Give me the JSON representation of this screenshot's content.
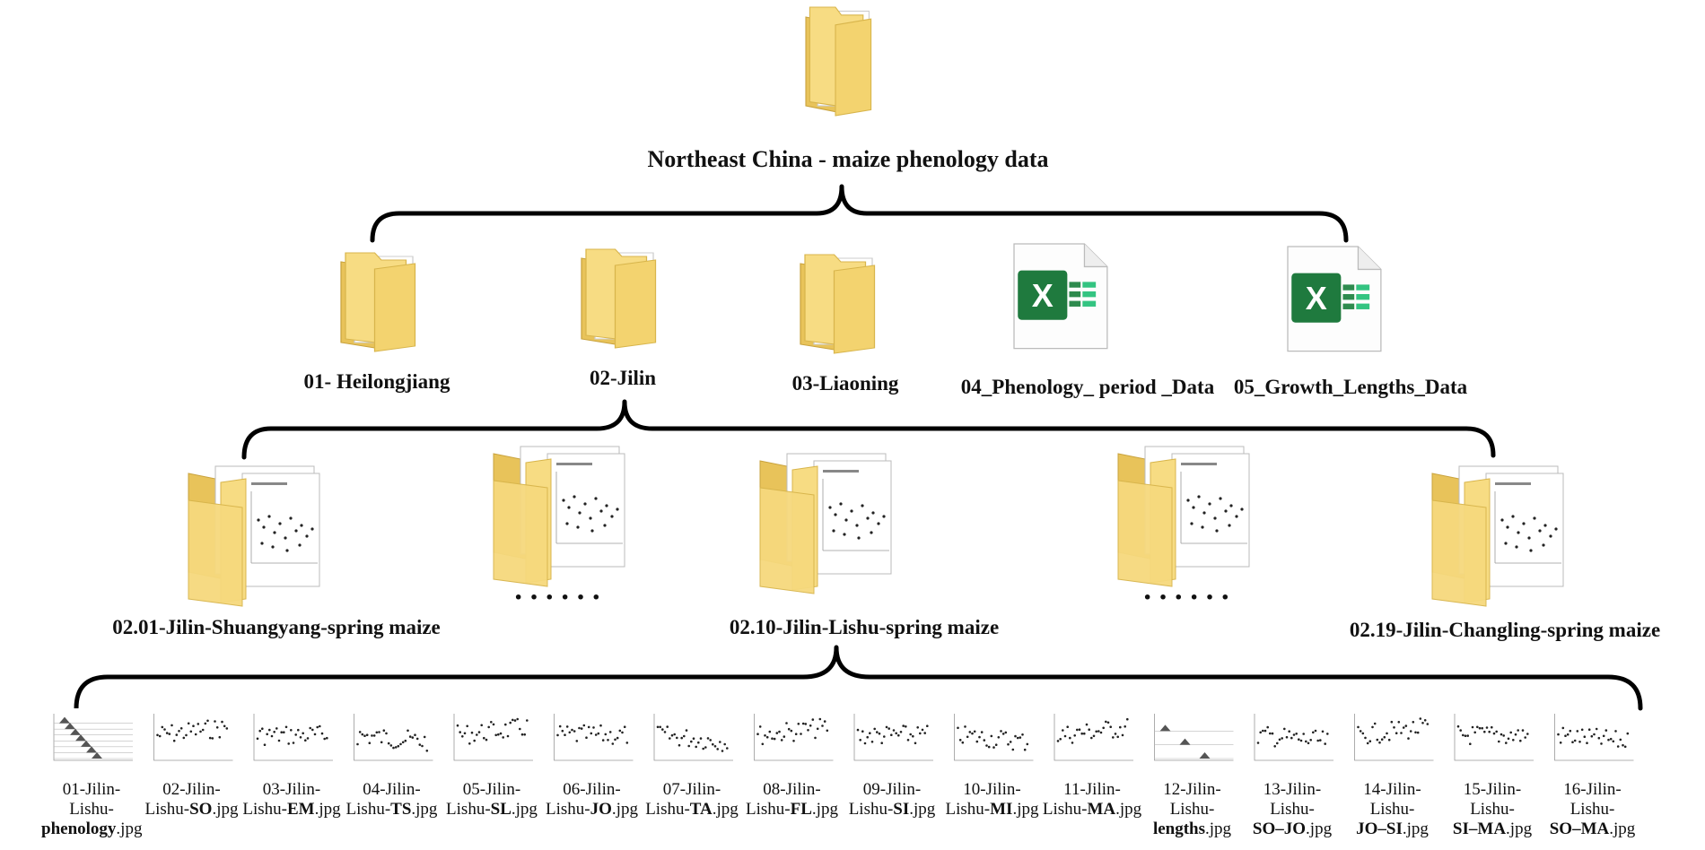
{
  "root": {
    "label": "Northeast China - maize phenology data",
    "icon": "folder-icon"
  },
  "level1": [
    {
      "label": "01- Heilongjiang",
      "icon": "folder-icon"
    },
    {
      "label": "02-Jilin",
      "icon": "folder-icon"
    },
    {
      "label": "03-Liaoning",
      "icon": "folder-icon"
    },
    {
      "label": "04_Phenology_ period _Data",
      "icon": "excel-file-icon"
    },
    {
      "label": "05_Growth_Lengths_Data",
      "icon": "excel-file-icon"
    }
  ],
  "level2": [
    {
      "label": "02.01-Jilin-Shuangyang-spring maize",
      "icon": "folder-icon"
    },
    {
      "label": "······",
      "icon": "folder-icon"
    },
    {
      "label": "02.10-Jilin-Lishu-spring maize",
      "icon": "folder-icon"
    },
    {
      "label": "······",
      "icon": "folder-icon"
    },
    {
      "label": "02.19-Jilin-Changling-spring maize",
      "icon": "folder-icon"
    }
  ],
  "files": [
    {
      "pre": "01-Jilin-",
      "mid": "Lishu-",
      "bold": "phenology",
      "suffix": ".jpg",
      "kind": "ridge"
    },
    {
      "pre": "02-Jilin-",
      "mid": "Lishu-",
      "bold": "SO",
      "suffix": ".jpg",
      "kind": "scatter"
    },
    {
      "pre": "03-Jilin-",
      "mid": "Lishu-",
      "bold": "EM",
      "suffix": ".jpg",
      "kind": "scatter"
    },
    {
      "pre": "04-Jilin-",
      "mid": "Lishu-",
      "bold": "TS",
      "suffix": ".jpg",
      "kind": "scatter"
    },
    {
      "pre": "05-Jilin-",
      "mid": "Lishu-",
      "bold": "SL",
      "suffix": ".jpg",
      "kind": "scatter"
    },
    {
      "pre": "06-Jilin-",
      "mid": "Lishu-",
      "bold": "JO",
      "suffix": ".jpg",
      "kind": "scatter"
    },
    {
      "pre": "07-Jilin-",
      "mid": "Lishu-",
      "bold": "TA",
      "suffix": ".jpg",
      "kind": "scatter"
    },
    {
      "pre": "08-Jilin-",
      "mid": "Lishu-",
      "bold": "FL",
      "suffix": ".jpg",
      "kind": "scatter"
    },
    {
      "pre": "09-Jilin-",
      "mid": "Lishu-",
      "bold": "SI",
      "suffix": ".jpg",
      "kind": "scatter"
    },
    {
      "pre": "10-Jilin-",
      "mid": "Lishu-",
      "bold": "MI",
      "suffix": ".jpg",
      "kind": "scatter"
    },
    {
      "pre": "11-Jilin-",
      "mid": "Lishu-",
      "bold": "MA",
      "suffix": ".jpg",
      "kind": "scatter"
    },
    {
      "pre": "12-Jilin-",
      "mid": "Lishu-",
      "bold": "lengths",
      "suffix": ".jpg",
      "kind": "ridge"
    },
    {
      "pre": "13-Jilin-",
      "mid": "Lishu-",
      "bold": "SO–JO",
      "suffix": ".jpg",
      "kind": "scatter"
    },
    {
      "pre": "14-Jilin-",
      "mid": "Lishu-",
      "bold": "JO–SI",
      "suffix": ".jpg",
      "kind": "scatter"
    },
    {
      "pre": "15-Jilin-",
      "mid": "Lishu-",
      "bold": "SI–MA",
      "suffix": ".jpg",
      "kind": "scatter"
    },
    {
      "pre": "16-Jilin-",
      "mid": "Lishu-",
      "bold": "SO–MA",
      "suffix": ".jpg",
      "kind": "scatter"
    }
  ],
  "colors": {
    "folder": "#f5d77a",
    "folder_dark": "#e3bc4f",
    "excel_green": "#1f7a3e",
    "bracket": "#000000"
  }
}
